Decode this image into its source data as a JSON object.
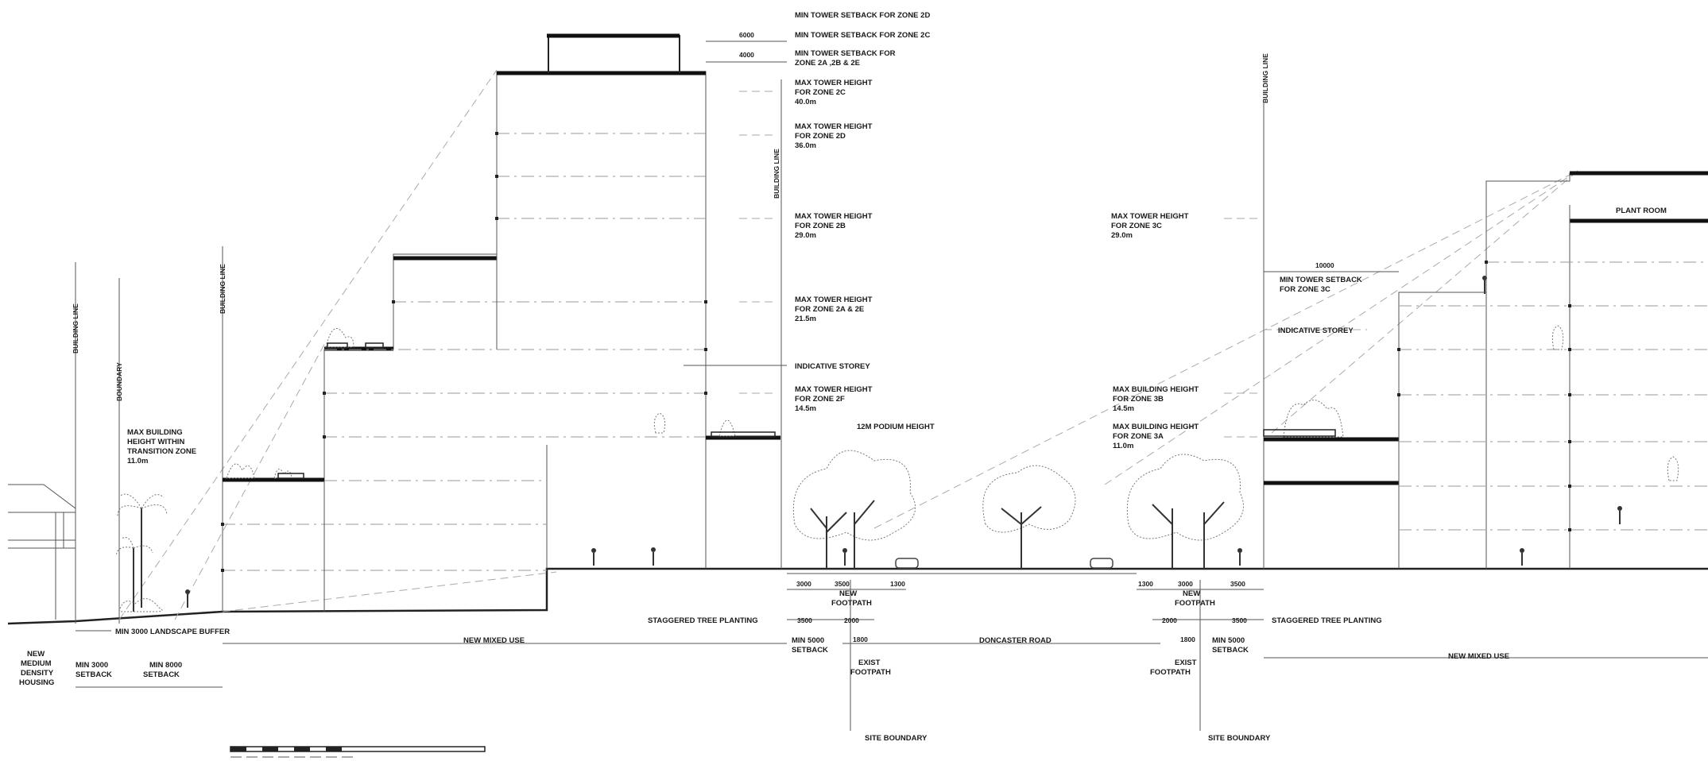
{
  "labels": {
    "min_tower_setback_2d": "MIN TOWER SETBACK FOR ZONE 2D",
    "min_tower_setback_2c": "MIN TOWER SETBACK FOR ZONE 2C",
    "min_tower_setback_2a_l1": "MIN TOWER SETBACK FOR",
    "min_tower_setback_2a_l2": "ZONE 2A ,2B & 2E",
    "dim_6000": "6000",
    "dim_4000": "4000",
    "max_2c_l1": "MAX TOWER HEIGHT",
    "max_2c_l2": "FOR ZONE 2C",
    "max_2c_l3": "40.0m",
    "max_2d_l1": "MAX TOWER HEIGHT",
    "max_2d_l2": "FOR ZONE 2D",
    "max_2d_l3": "36.0m",
    "max_2b_l1": "MAX TOWER HEIGHT",
    "max_2b_l2": "FOR ZONE 2B",
    "max_2b_l3": "29.0m",
    "max_2a_l1": "MAX TOWER HEIGHT",
    "max_2a_l2": "FOR ZONE 2A & 2E",
    "max_2a_l3": "21.5m",
    "indicative_storey_left": "INDICATIVE STOREY",
    "max_2f_l1": "MAX TOWER HEIGHT",
    "max_2f_l2": "FOR ZONE 2F",
    "max_2f_l3": "14.5m",
    "podium_height": "12M PODIUM HEIGHT",
    "building_line_1": "BUILDING LINE",
    "building_line_2": "BUILDING LINE",
    "building_line_3": "BUILDING LINE",
    "building_line_4": "BUILDING LINE",
    "boundary": "BOUNDARY",
    "max_bldg_transition_l1": "MAX BUILDING",
    "max_bldg_transition_l2": "HEIGHT WITHIN",
    "max_bldg_transition_l3": "TRANSITION ZONE",
    "max_bldg_transition_l4": "11.0m",
    "max_3c_l1": "MAX TOWER HEIGHT",
    "max_3c_l2": "FOR ZONE 3C",
    "max_3c_l3": "29.0m",
    "dim_10000": "10000",
    "min_setback_3c_l1": "MIN TOWER SETBACK",
    "min_setback_3c_l2": "FOR ZONE 3C",
    "indicative_storey_right": "INDICATIVE STOREY",
    "max_3b_l1": "MAX BUILDING HEIGHT",
    "max_3b_l2": "FOR ZONE 3B",
    "max_3b_l3": "14.5m",
    "max_3a_l1": "MAX BUILDING HEIGHT",
    "max_3a_l2": "FOR ZONE 3A",
    "max_3a_l3": "11.0m",
    "plant_room": "PLANT ROOM",
    "dim_3000_l": "3000",
    "dim_3500_l": "3500",
    "dim_1300_l": "1300",
    "new_footpath_l1": "NEW",
    "new_footpath_l2": "FOOTPATH",
    "dim_1300_r": "1300",
    "dim_3000_r": "3000",
    "dim_3500_r": "3500",
    "new_footpath_r1": "NEW",
    "new_footpath_r2": "FOOTPATH",
    "staggered_left": "STAGGERED TREE PLANTING",
    "dim_3500_stag_l": "3500",
    "dim_2000_stag_l": "2000",
    "dim_2000_stag_r": "2000",
    "dim_3500_stag_r": "3500",
    "staggered_right": "STAGGERED TREE PLANTING",
    "landscape_buffer": "MIN 3000 LANDSCAPE BUFFER",
    "new_mixed_use_left": "NEW MIXED USE",
    "min_5000_l1": "MIN 5000",
    "min_5000_l2": "SETBACK",
    "dim_1800_l": "1800",
    "doncaster_road": "DONCASTER ROAD",
    "dim_1800_r": "1800",
    "min_5000_r1": "MIN 5000",
    "min_5000_r2": "SETBACK",
    "new_mixed_use_right": "NEW MIXED USE",
    "new_medium_l1": "NEW",
    "new_medium_l2": "MEDIUM",
    "new_medium_l3": "DENSITY",
    "new_medium_l4": "HOUSING",
    "min_3000_l1": "MIN 3000",
    "min_3000_l2": "SETBACK",
    "min_8000_l1": "MIN 8000",
    "min_8000_l2": "SETBACK",
    "exist_footpath_l1": "EXIST",
    "exist_footpath_l2": "FOOTPATH",
    "exist_footpath_r1": "EXIST",
    "exist_footpath_r2": "FOOTPATH",
    "site_boundary_left": "SITE BOUNDARY",
    "site_boundary_right": "SITE BOUNDARY"
  }
}
